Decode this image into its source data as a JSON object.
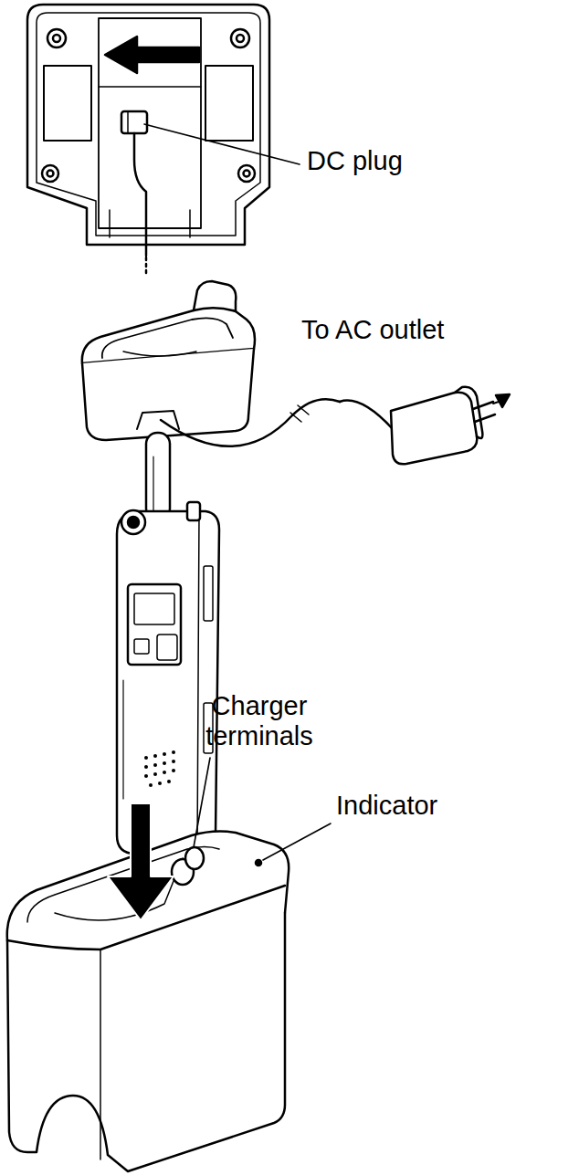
{
  "diagram": {
    "labels": [
      "DC plug",
      "To AC outlet",
      "Charger terminals",
      "Indicator"
    ]
  }
}
